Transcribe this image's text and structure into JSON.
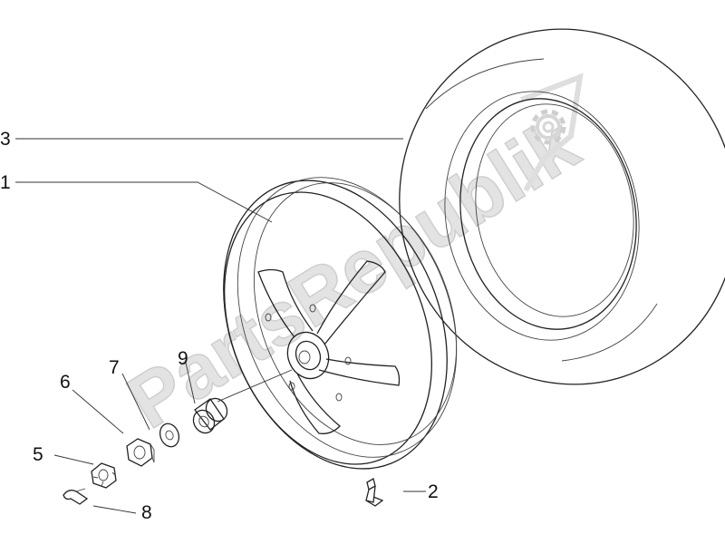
{
  "diagram": {
    "callouts": [
      {
        "id": "1",
        "label": "1"
      },
      {
        "id": "2",
        "label": "2"
      },
      {
        "id": "3",
        "label": "3"
      },
      {
        "id": "5",
        "label": "5"
      },
      {
        "id": "6",
        "label": "6"
      },
      {
        "id": "7",
        "label": "7"
      },
      {
        "id": "8",
        "label": "8"
      },
      {
        "id": "9",
        "label": "9"
      }
    ],
    "watermark": {
      "text": "PartsRepublik",
      "icon": "gear-icon",
      "color": "#d9d9d9"
    }
  }
}
